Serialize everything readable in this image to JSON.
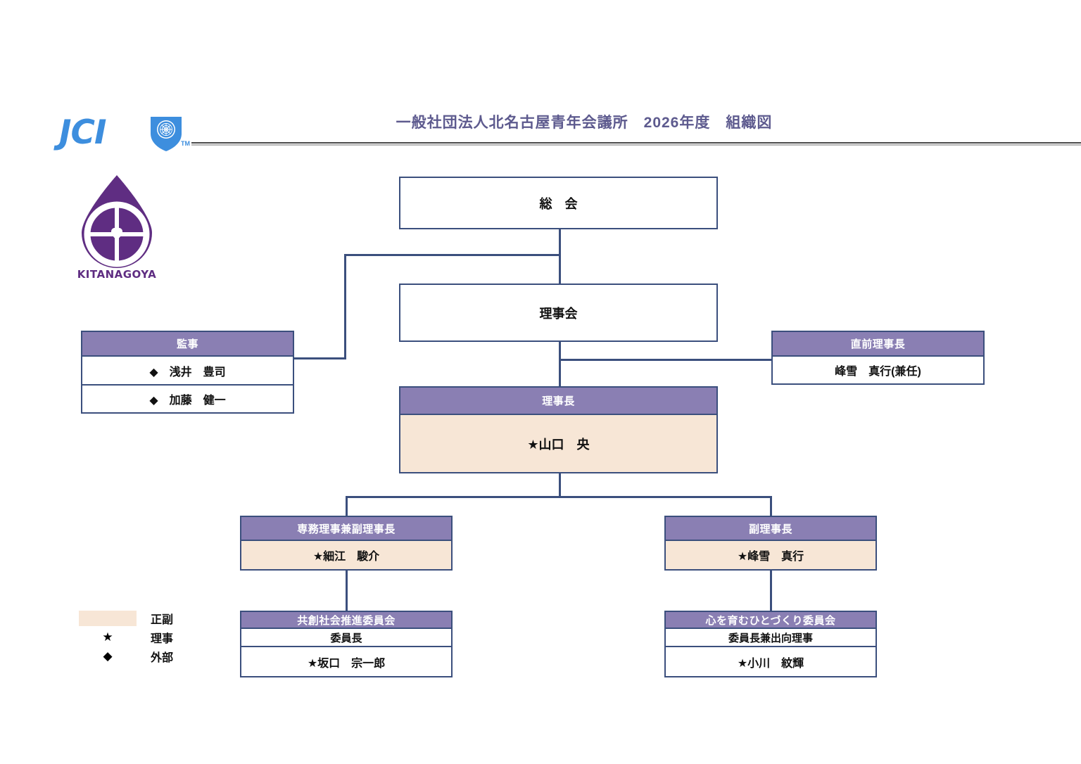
{
  "header": {
    "title": "一般社団法人北名古屋青年会議所　2026年度　組織図",
    "title_color": "#5d5a8e",
    "jci_wordmark": "JCI",
    "jci_tm": "TM",
    "kitanagoya_label": "KITANAGOYA"
  },
  "theme": {
    "border": "#3b4f7d",
    "header_fill": "#8a7fb3",
    "header_text": "#ffffff",
    "cream_fill": "#f7e6d6",
    "white_fill": "#ffffff",
    "jci_blue": "#3d8ede",
    "kitanagoya_purple": "#5f2d82"
  },
  "nodes": {
    "general_assembly": {
      "title": "総　会"
    },
    "board": {
      "title": "理事会"
    },
    "auditor": {
      "header": "監事",
      "members": [
        "◆　浅井　豊司",
        "◆　加藤　健一"
      ]
    },
    "immediate_past_president": {
      "header": "直前理事長",
      "name": "峰雪　真行(兼任)"
    },
    "president": {
      "header": "理事長",
      "name": "★山口　央"
    },
    "executive_vice_president": {
      "header": "専務理事兼副理事長",
      "name": "★細江　駿介"
    },
    "vice_president": {
      "header": "副理事長",
      "name": "★峰雪　真行"
    },
    "committee_left": {
      "header": "共創社会推進委員会",
      "role": "委員長",
      "name": "★坂口　宗一郎"
    },
    "committee_right": {
      "header": "心を育むひとづくり委員会",
      "role": "委員長兼出向理事",
      "name": "★小川　紋輝"
    }
  },
  "legend": {
    "items": [
      {
        "mark": "",
        "label": "正副",
        "type": "swatch"
      },
      {
        "mark": "★",
        "label": "理事",
        "type": "glyph"
      },
      {
        "mark": "◆",
        "label": "外部",
        "type": "glyph"
      }
    ]
  }
}
